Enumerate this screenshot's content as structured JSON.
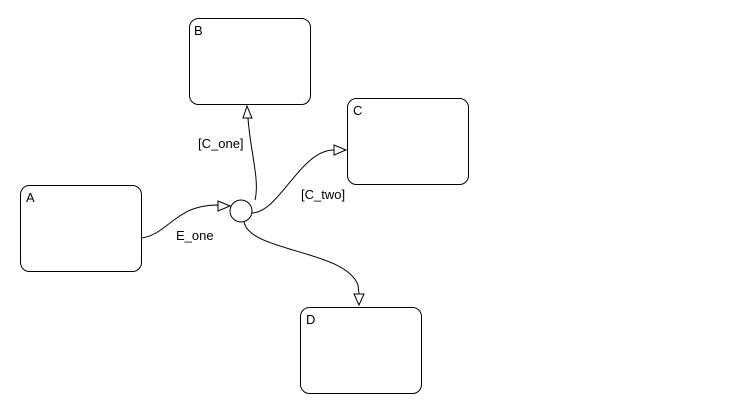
{
  "states": {
    "a": {
      "name": "A"
    },
    "b": {
      "name": "B"
    },
    "c": {
      "name": "C"
    },
    "d": {
      "name": "D"
    }
  },
  "transitions": {
    "a_to_junction": {
      "label": "E_one"
    },
    "junction_to_b": {
      "label": "[C_one]"
    },
    "junction_to_c": {
      "label": "[C_two]"
    },
    "junction_to_d": {
      "label": ""
    }
  }
}
